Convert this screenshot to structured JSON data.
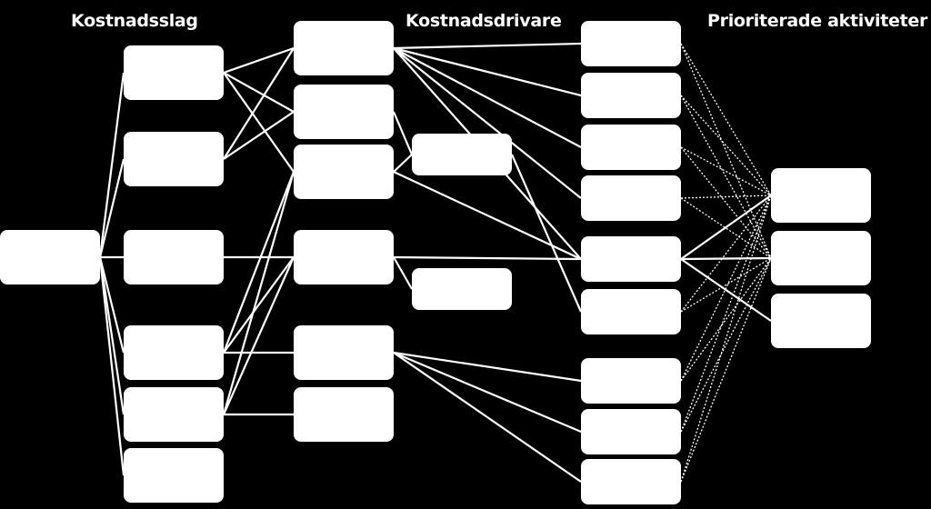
{
  "diagram": {
    "headings": {
      "cost_types": "Kostnadsslag",
      "cost_drivers": "Kostnadsdrivare",
      "prioritized_activities": "Prioriterade aktiviteter"
    },
    "colors": {
      "background": "#000000",
      "box": "#ffffff",
      "line": "#ffffff"
    }
  }
}
